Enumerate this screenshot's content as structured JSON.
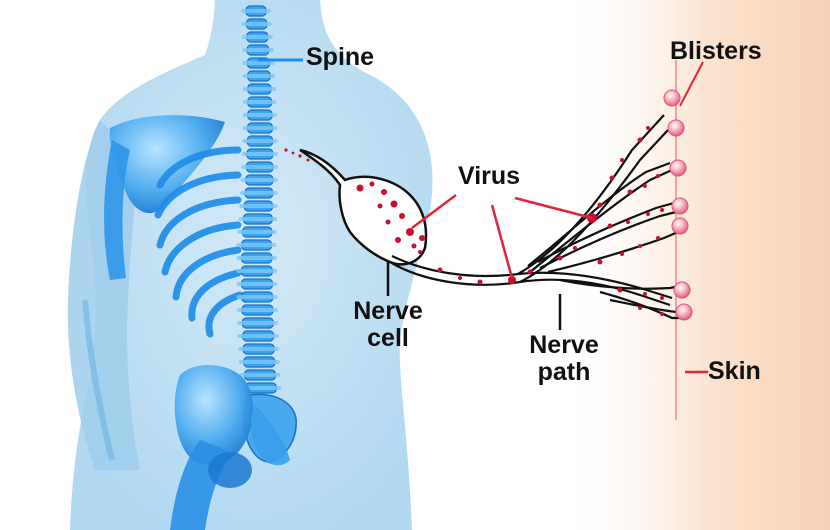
{
  "labels": {
    "spine": "Spine",
    "blisters": "Blisters",
    "virus": "Virus",
    "nerve_cell": [
      "Nerve",
      "cell"
    ],
    "nerve_path": [
      "Nerve",
      "path"
    ],
    "skin": "Skin"
  },
  "colors": {
    "skeleton_blue": "#1f8ee8",
    "body_light_blue": "#a8d4ef",
    "skin_peach": "#f9d9c0",
    "virus_red": "#c8102e",
    "leader_line_red": "#e2233a",
    "blister_pink": "#f6a6b8",
    "label_black": "#111111"
  },
  "icons": [
    "spine-icon",
    "ribcage-icon",
    "pelvis-icon",
    "nerve-cell-icon",
    "blister-icon"
  ]
}
